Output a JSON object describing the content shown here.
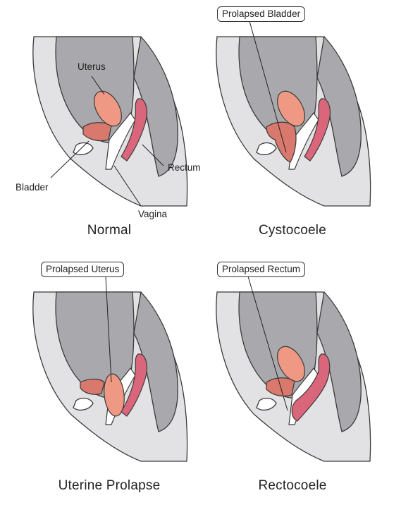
{
  "panels": [
    {
      "caption": "Normal",
      "labels": {
        "uterus": "Uterus",
        "bladder": "Bladder",
        "rectum": "Rectum",
        "vagina": "Vagina"
      }
    },
    {
      "caption": "Cystocoele",
      "callout": "Prolapsed Bladder"
    },
    {
      "caption": "Uterine Prolapse",
      "callout": "Prolapsed Uterus"
    },
    {
      "caption": "Rectocoele",
      "callout": "Prolapsed Rectum"
    }
  ],
  "colors": {
    "body_fill": "#e2e2e4",
    "cavity_fill": "#a9a9ad",
    "outline": "#3a3a3a",
    "uterus": "#ef9985",
    "bladder": "#d9786c",
    "rectum": "#d9667a",
    "vagina": "#ffffff"
  }
}
